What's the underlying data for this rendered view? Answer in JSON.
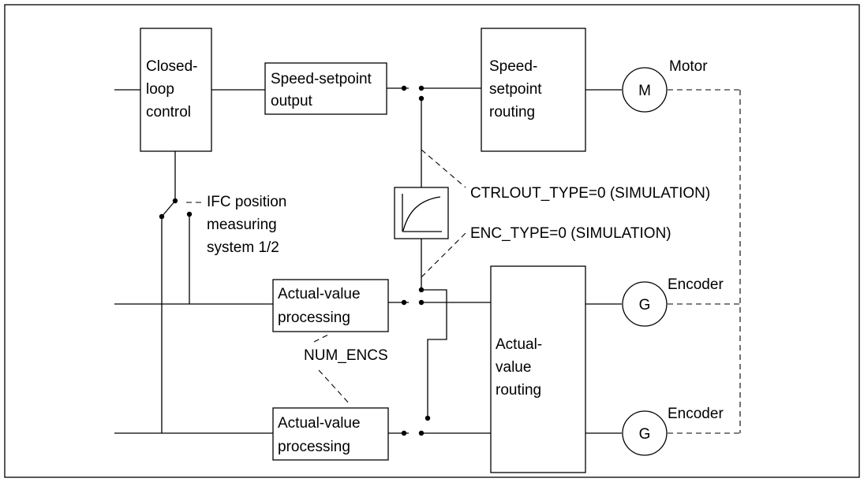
{
  "blocks": {
    "closed_loop": [
      "Closed-",
      "loop",
      "control"
    ],
    "speed_setpoint_output": [
      "Speed-setpoint",
      "output"
    ],
    "speed_setpoint_routing": [
      "Speed-",
      "setpoint",
      "routing"
    ],
    "actual_value_processing_1": [
      "Actual-value",
      "processing"
    ],
    "actual_value_processing_2": [
      "Actual-value",
      "processing"
    ],
    "actual_value_routing": [
      "Actual-",
      "value",
      "routing"
    ]
  },
  "devices": {
    "motor_symbol": "M",
    "motor_label": "Motor",
    "encoder1_symbol": "G",
    "encoder1_label": "Encoder",
    "encoder2_symbol": "G",
    "encoder2_label": "Encoder"
  },
  "annotations": {
    "ifc": [
      "IFC position",
      "measuring",
      "system 1/2"
    ],
    "ctrlout_type": "CTRLOUT_TYPE=0 (SIMULATION)",
    "enc_type": "ENC_TYPE=0 (SIMULATION)",
    "num_encs": "NUM_ENCS"
  }
}
